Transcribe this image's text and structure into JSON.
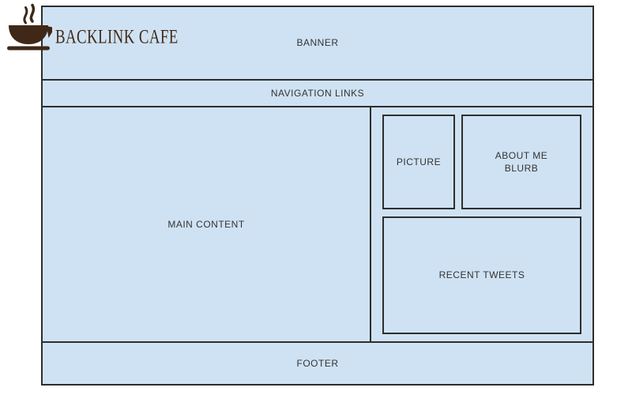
{
  "logo": {
    "brand": "BACKLINK CAFE",
    "icon": "coffee-cup-icon"
  },
  "wireframe": {
    "banner_label": "BANNER",
    "nav_label": "NAVIGATION LINKS",
    "main_label": "MAIN CONTENT",
    "picture_label": "PICTURE",
    "about_label": "ABOUT ME BLURB",
    "tweets_label": "RECENT TWEETS",
    "footer_label": "FOOTER"
  },
  "colors": {
    "block_fill": "#cfe2f3",
    "block_border": "#2e2e2e",
    "label_text": "#333333",
    "brand_brown": "#412a17",
    "page_background": "#ffffff"
  }
}
